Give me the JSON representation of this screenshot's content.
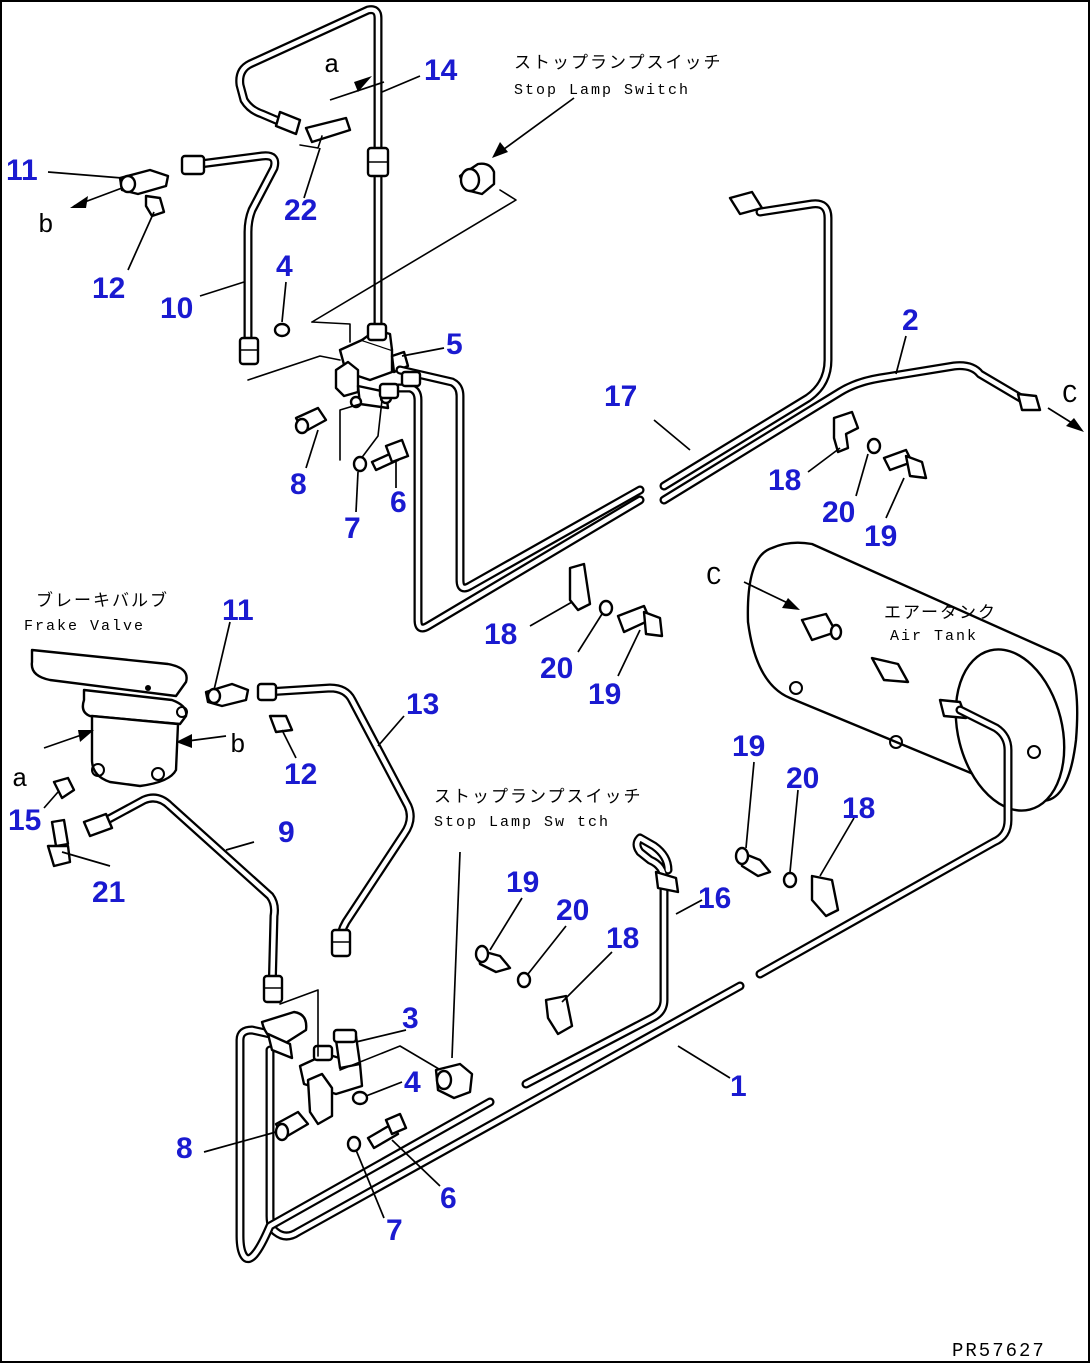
{
  "drawing_code": "PR57627",
  "labels": {
    "stop_lamp_switch_top_jp": "ストップランプスイッチ",
    "stop_lamp_switch_top_en": "Stop Lamp Switch",
    "stop_lamp_switch_bottom_jp": "ストップランプスイッチ",
    "stop_lamp_switch_bottom_en": "Stop Lamp Sw tch",
    "brake_valve_jp": "ブレーキバルブ",
    "brake_valve_en": "Frake Valve",
    "air_tank_jp": "エアータンク",
    "air_tank_en": "Air Tank"
  },
  "connection_letters": {
    "a_top": "a",
    "b_top": "b",
    "c_right": "C",
    "c_tank": "C",
    "a_valve": "a",
    "b_valve": "b"
  },
  "callouts": {
    "c11_top": "11",
    "c12_top": "12",
    "c10": "10",
    "c4_top": "4",
    "c22": "22",
    "c14": "14",
    "c5": "5",
    "c8_top": "8",
    "c7_top": "7",
    "c6_top": "6",
    "c2": "2",
    "c17": "17",
    "c18_a": "18",
    "c20_a": "20",
    "c19_a": "19",
    "c18_b": "18",
    "c20_b": "20",
    "c19_b": "19",
    "c11_bot": "11",
    "c12_bot": "12",
    "c13": "13",
    "c15": "15",
    "c21": "21",
    "c9": "9",
    "c19_c": "19",
    "c20_c": "20",
    "c18_c": "18",
    "c19_d": "19",
    "c20_d": "20",
    "c18_d": "18",
    "c16": "16",
    "c3": "3",
    "c4_bot": "4",
    "c8_bot": "8",
    "c6_bot": "6",
    "c7_bot": "7",
    "c1": "1"
  }
}
